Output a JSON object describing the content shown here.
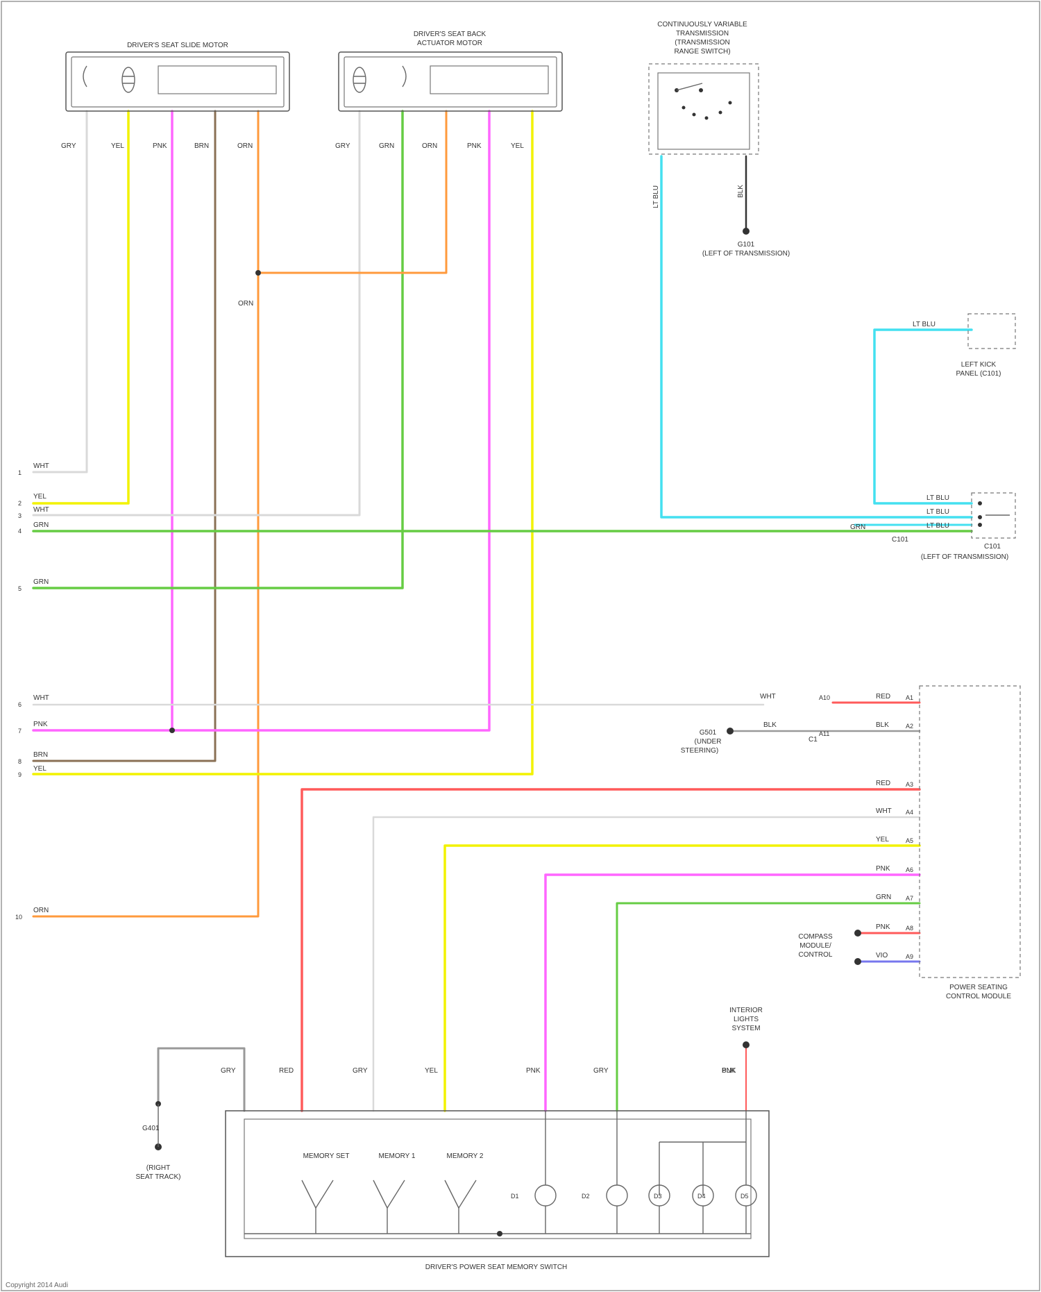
{
  "colors": {
    "WHT": "#d9d9d9",
    "YEL": "#f2f200",
    "PNK": "#ff66ff",
    "BRN": "#8a7055",
    "ORN": "#ff9a3c",
    "GRN": "#66cc44",
    "BLU": "#44e0f0",
    "RED": "#ff5a5a",
    "GRY": "#999999",
    "VIO": "#7777ee",
    "BLK": "#333333"
  },
  "labels": {
    "driver_seat_slide_motor": "DRIVER'S SEAT SLIDE MOTOR",
    "driver_seat_recline_l1": "DRIVER'S SEAT BACK",
    "driver_seat_recline_l2": "ACTUATOR MOTOR",
    "trans_range_l1": "CONTINUOUSLY VARIABLE",
    "trans_range_l2": "TRANSMISSION",
    "trans_range_l3": "(TRANSMISSION",
    "trans_range_l4": "RANGE SWITCH)",
    "g101_l1": "G101",
    "g101_l2": "(LEFT OF TRANSMISSION)",
    "left_kick_l1": "LEFT KICK",
    "left_kick_l2": "PANEL (C101)",
    "c101_l1": "C101",
    "c101_l2": "(LEFT OF TRANSMISSION)",
    "g501_l1": "G501",
    "g501_l2": "(UNDER",
    "g501_l3": "STEERING)",
    "power_seat_l1": "POWER SEATING",
    "power_seat_l2": "CONTROL MODULE",
    "compass_l1": "COMPASS",
    "compass_l2": "MODULE/",
    "compass_l3": "CONTROL",
    "interior_l1": "INTERIOR",
    "interior_l2": "LIGHTS",
    "interior_l3": "SYSTEM",
    "g401_l1": "G401",
    "g401_l2": "(RIGHT",
    "g401_l3": "SEAT TRACK)",
    "memory_switch": "DRIVER'S POWER SEAT MEMORY SWITCH",
    "memory_set": "MEMORY SET",
    "memory_1": "MEMORY 1",
    "memory_2": "MEMORY 2",
    "footer": "Copyright 2014 Audi"
  },
  "wire_labels": {
    "sl1": "GRY",
    "sl2": "YEL",
    "sl3": "PNK",
    "sl4": "BRN",
    "sl5": "ORN",
    "rc1": "GRY",
    "rc2": "GRN",
    "rc3": "ORN",
    "rc4": "PNK",
    "rc5": "YEL",
    "tr_blu": "LT BLU",
    "tr_blk": "BLK",
    "orn_mid": "ORN",
    "kick_blu": "LT BLU",
    "left1": "WHT",
    "left2": "YEL",
    "left3": "WHT",
    "left4": "GRN",
    "left5": "GRN",
    "left6": "WHT",
    "left7": "PNK",
    "left8": "BRN",
    "left9": "YEL",
    "left10": "ORN",
    "c101_blu1": "LT BLU",
    "c101_blu2": "LT BLU",
    "c101_blu3": "LT BLU",
    "c101_grn": "GRN",
    "pm_red": "RED",
    "pm_wht": "WHT",
    "pm_blk": "BLK",
    "pm_blk2": "BLK",
    "pm_red2": "RED",
    "pm_wht2": "WHT",
    "pm_yel": "YEL",
    "pm_pnk": "PNK",
    "pm_grn": "GRN",
    "pm_pnk2": "PNK",
    "pm_vio": "VIO",
    "bot_gry": "GRY",
    "bot_red": "RED",
    "bot_gry2": "GRY",
    "bot_yel": "YEL",
    "bot_pnk": "PNK",
    "bot_gry3": "GRY",
    "bot_pnk2": "PNK",
    "g401_blk": "BLK",
    "c1": "C1",
    "c101_conn": "C101"
  },
  "pins": {
    "left": [
      "1",
      "2",
      "3",
      "4",
      "5",
      "6",
      "7",
      "8",
      "9",
      "10"
    ],
    "pm": [
      "A1",
      "A2",
      "A3",
      "A4",
      "A5",
      "A6",
      "A7",
      "A8",
      "A9",
      "A10",
      "A11"
    ]
  },
  "leds": [
    "D1",
    "D2",
    "D3",
    "D4",
    "D5"
  ]
}
